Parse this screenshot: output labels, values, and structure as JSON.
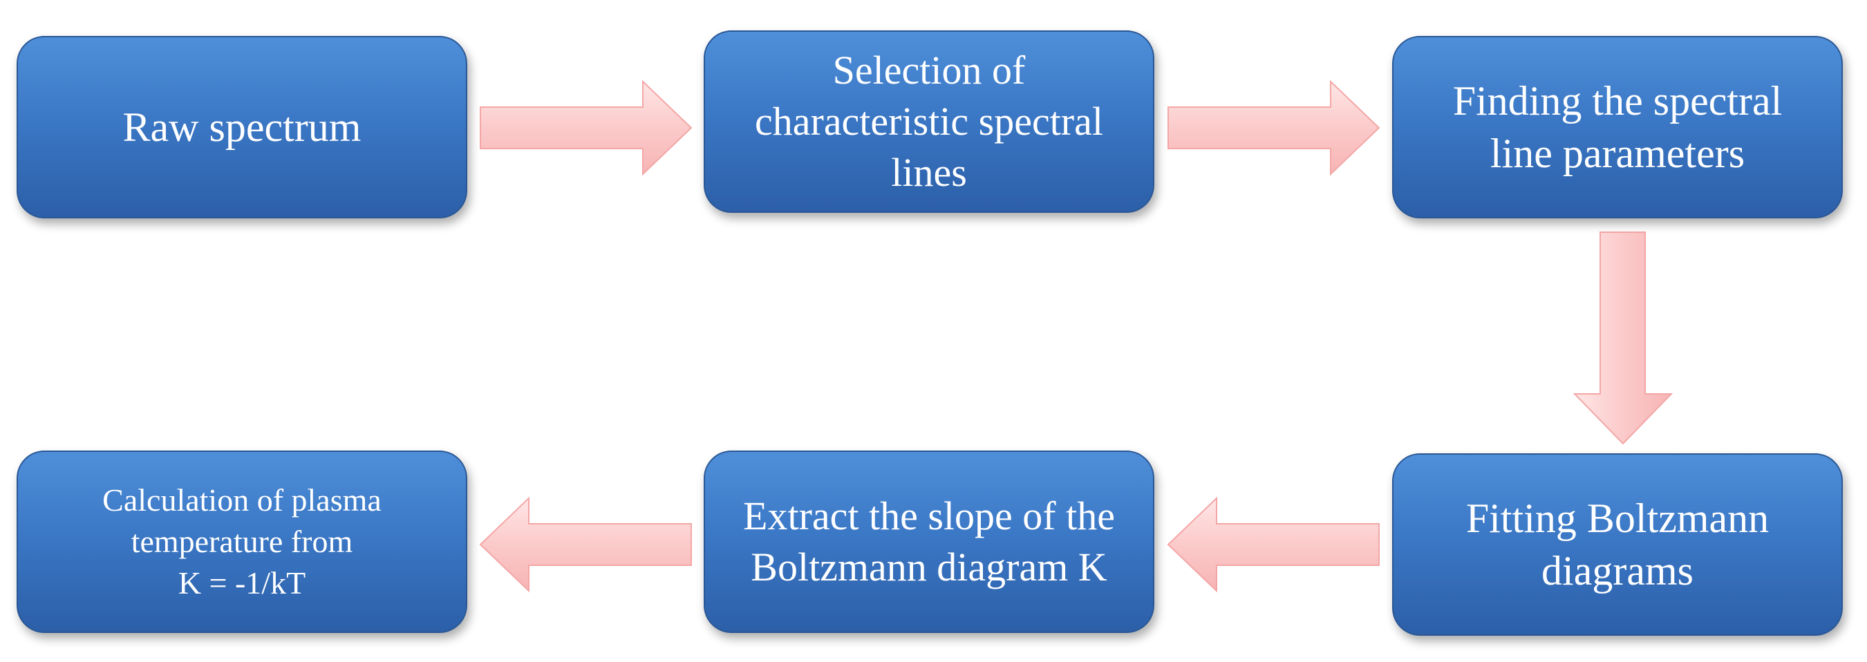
{
  "nodes": {
    "raw_spectrum": "Raw spectrum",
    "selection": "Selection of\ncharacteristic spectral\nlines",
    "finding_params": "Finding the spectral\nline parameters",
    "fitting": "Fitting Boltzmann\ndiagrams",
    "extract_slope": "Extract the slope of the\nBoltzmann diagram K",
    "calculation": "Calculation of plasma\ntemperature  from\nK = -1/kT"
  },
  "colors": {
    "node_fill": "#3b78c6",
    "node_border": "#2a5795",
    "node_text": "#ffffff",
    "arrow_fill": "#fbcaca",
    "arrow_edge": "#f4a6a6"
  }
}
